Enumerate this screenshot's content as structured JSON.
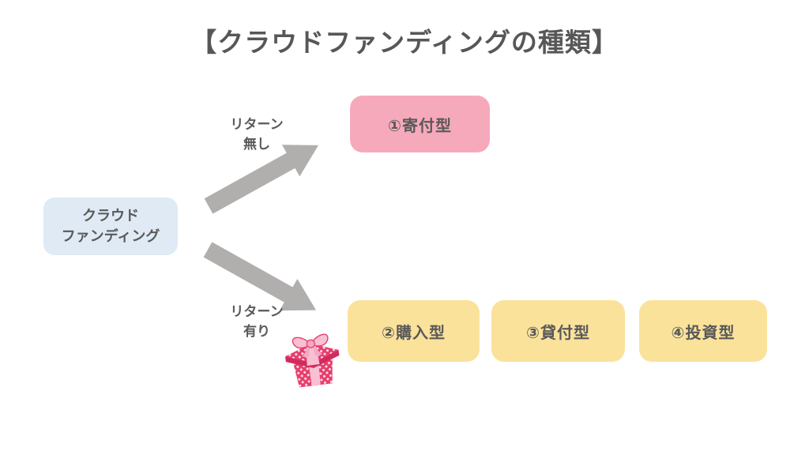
{
  "title": "【クラウドファンディングの種類】",
  "source_node": {
    "line1": "クラウド",
    "line2": "ファンディング"
  },
  "branches": {
    "no_return": {
      "line1": "リターン",
      "line2": "無し"
    },
    "with_return": {
      "line1": "リターン",
      "line2": "有り"
    }
  },
  "types": [
    {
      "label": "①寄付型",
      "color": "#f7a9bc"
    },
    {
      "label": "②購入型",
      "color": "#fbe29b"
    },
    {
      "label": "③貸付型",
      "color": "#fbe29b"
    },
    {
      "label": "④投資型",
      "color": "#fbe29b"
    }
  ],
  "icons": {
    "gift": "gift-icon"
  },
  "colors": {
    "background": "#ffffff",
    "title_text": "#575757",
    "body_text": "#595959",
    "arrow": "#b1afae",
    "source_box": "#dfeaf4",
    "donation_box": "#f7a9bc",
    "return_box": "#fbe29b",
    "gift_primary": "#e73e6d",
    "gift_dark": "#d12b5c",
    "gift_ribbon": "#f8c0d2"
  }
}
